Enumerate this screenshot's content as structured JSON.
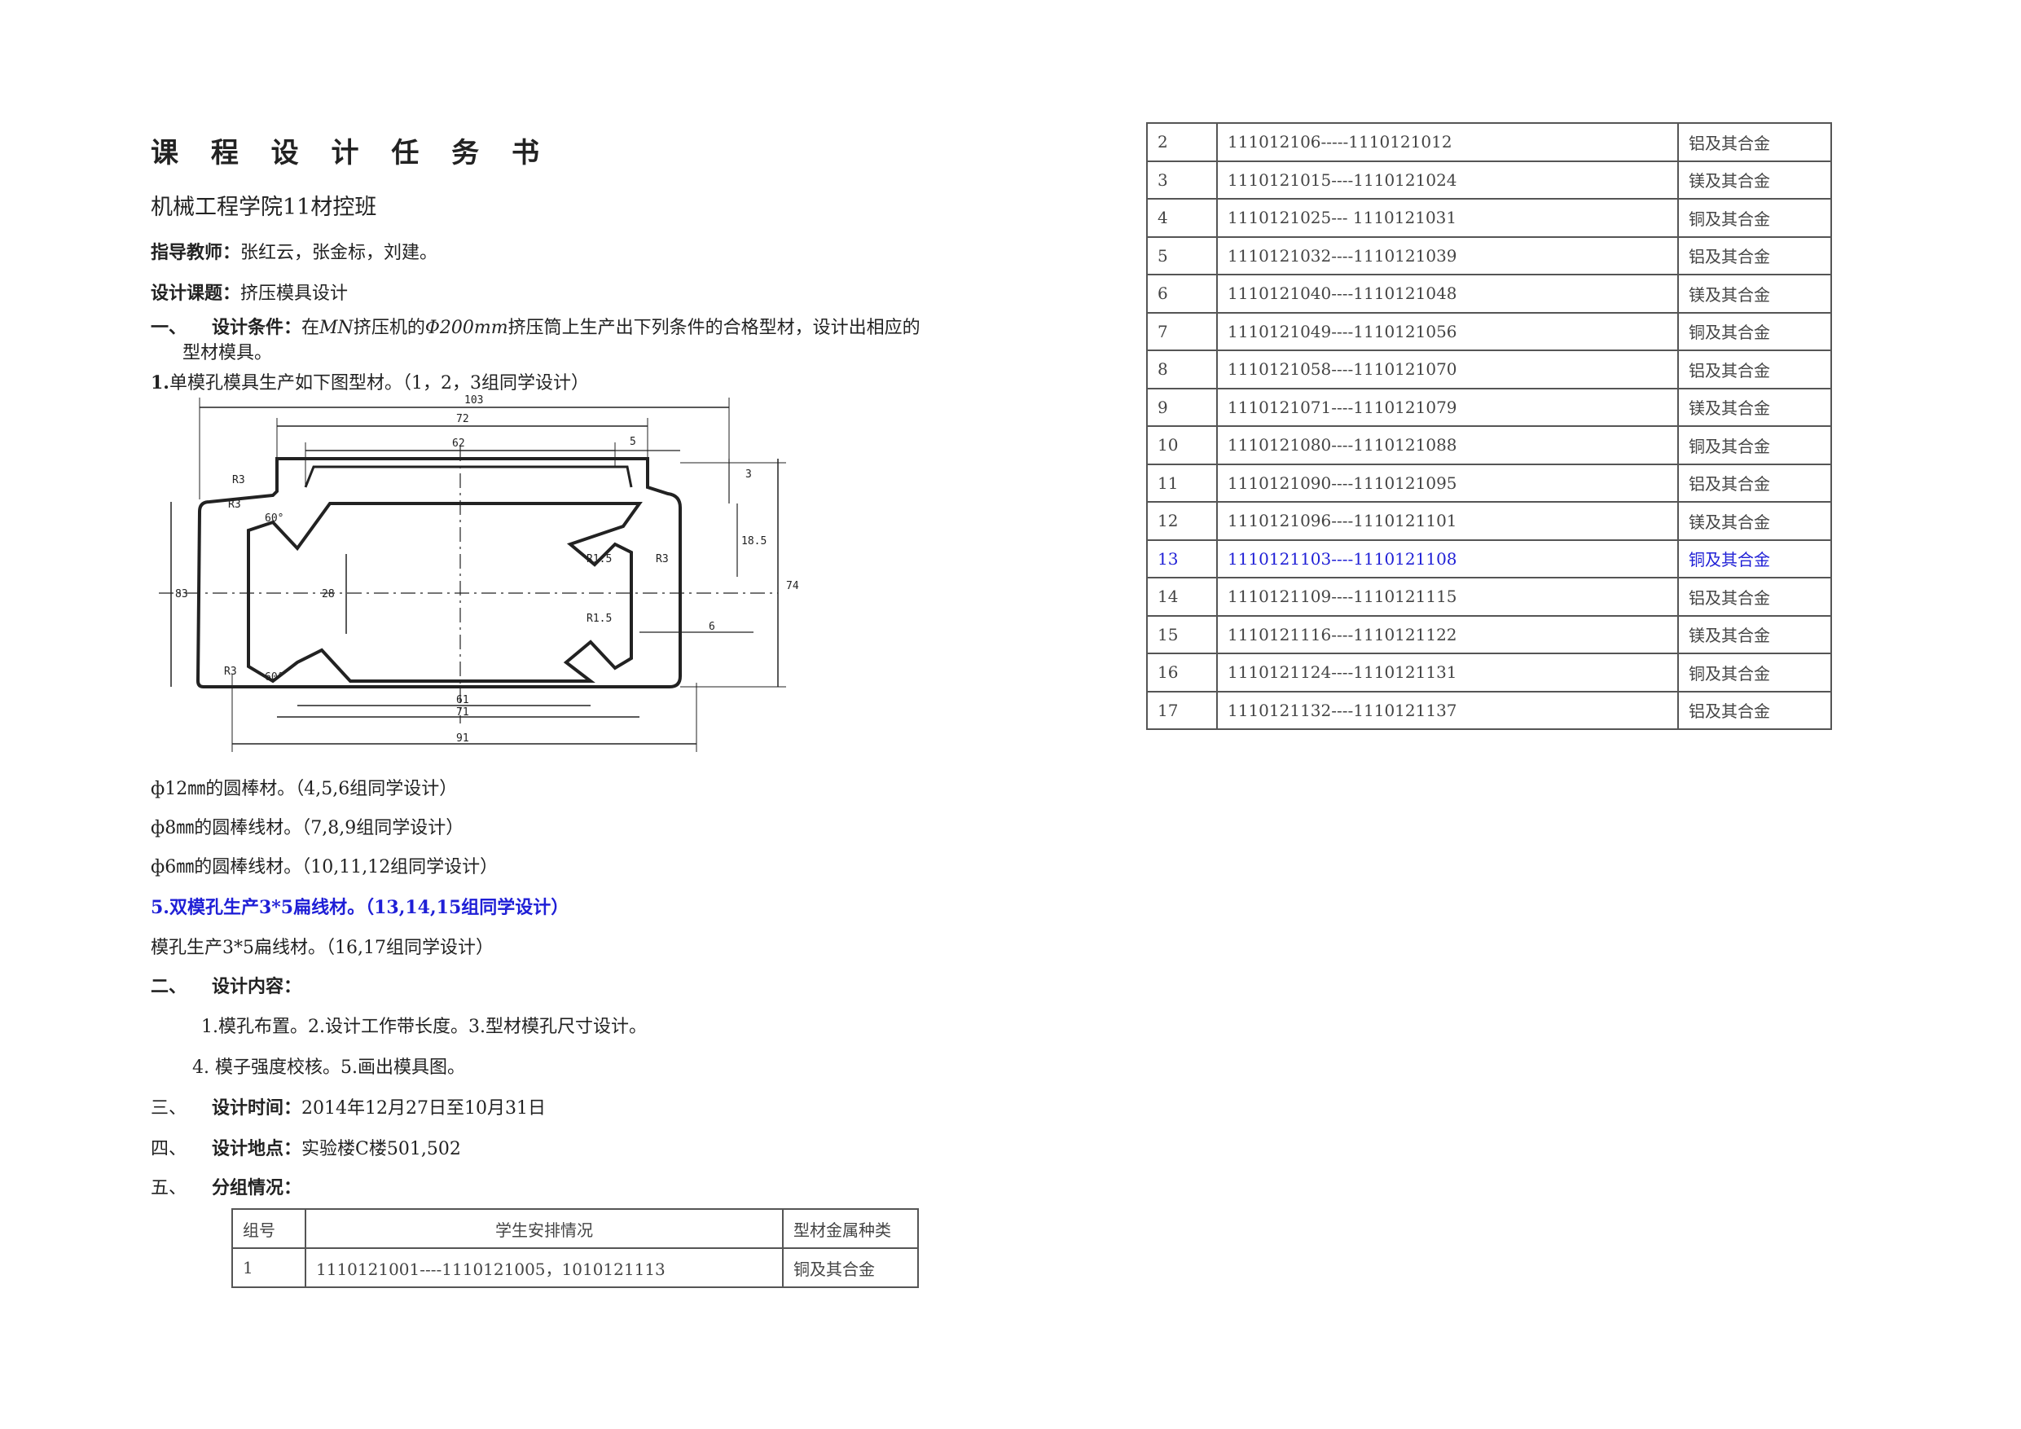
{
  "title": "课 程 设 计 任 务 书",
  "class_name": "机械工程学院11材控班",
  "teacher": {
    "label": "指导教师：",
    "value": "张红云，张金标，刘建。"
  },
  "topic": {
    "label": "设计课题：",
    "value": "挤压模具设计"
  },
  "section1": {
    "num": "一、",
    "label": "设计条件：",
    "text_a": "在",
    "mn": "MN",
    "text_b": "挤压机的",
    "phi": "Φ200",
    "mm": "mm",
    "text_c": "挤压筒上生产出下列条件的合格型材，设计出相应的",
    "text_d": "型材模具。"
  },
  "item1": {
    "num": "1.",
    "text": "单模孔模具生产如下图型材。（1，2，3组同学设计）"
  },
  "drawing": {
    "dims": [
      "103",
      "72",
      "62",
      "5",
      "61",
      "71",
      "91",
      "83",
      "28",
      "6",
      "74",
      "3",
      "18.5"
    ],
    "radii": [
      "R3",
      "R3",
      "R3",
      "R1.5",
      "R3",
      "R1.5"
    ],
    "angles": [
      "60°",
      "60°"
    ]
  },
  "item2": "ф12㎜的圆棒材。（4,5,6组同学设计）",
  "item3": "ф8㎜的圆棒线材。（7,8,9组同学设计）",
  "item4": "ф6㎜的圆棒线材。（10,11,12组同学设计）",
  "item5": "5.双模孔生产3*5扁线材。（13,14,15组同学设计）",
  "item6": "模孔生产3*5扁线材。（16,17组同学设计）",
  "section2": {
    "num": "二、",
    "label": "设计内容："
  },
  "content1": "1.模孔布置。2.设计工作带长度。3.型材模孔尺寸设计。",
  "content2": "4. 模子强度校核。5.画出模具图。",
  "section3": {
    "num": "三、",
    "label": "设计时间：",
    "value": "2014年12月27日至10月31日"
  },
  "section4": {
    "num": "四、",
    "label": "设计地点：",
    "value": "实验楼C楼501,502"
  },
  "section5": {
    "num": "五、",
    "label": "分组情况："
  },
  "table_headers": [
    "组号",
    "学生安排情况",
    "型材金属种类"
  ],
  "table_rows": [
    [
      "1",
      "1110121001----1110121005，1010121113",
      "铜及其合金"
    ],
    [
      "2",
      "111012106-----1110121012",
      "铝及其合金"
    ],
    [
      "3",
      "1110121015----1110121024",
      "镁及其合金"
    ],
    [
      "4",
      "1110121025--- 1110121031",
      "铜及其合金"
    ],
    [
      "5",
      "1110121032----1110121039",
      "铝及其合金"
    ],
    [
      "6",
      "1110121040----1110121048",
      "镁及其合金"
    ],
    [
      "7",
      "1110121049----1110121056",
      "铜及其合金"
    ],
    [
      "8",
      "1110121058----1110121070",
      "铝及其合金"
    ],
    [
      "9",
      "1110121071----1110121079",
      "镁及其合金"
    ],
    [
      "10",
      "1110121080----1110121088",
      "铜及其合金"
    ],
    [
      "11",
      "1110121090----1110121095",
      "铝及其合金"
    ],
    [
      "12",
      "1110121096----1110121101",
      "镁及其合金"
    ],
    [
      "13",
      "1110121103----1110121108",
      "铜及其合金"
    ],
    [
      "14",
      "1110121109----1110121115",
      "铝及其合金"
    ],
    [
      "15",
      "1110121116----1110121122",
      "镁及其合金"
    ],
    [
      "16",
      "1110121124----1110121131",
      "铜及其合金"
    ],
    [
      "17",
      "1110121132----1110121137",
      "铝及其合金"
    ]
  ],
  "highlight_group": "13",
  "colors": {
    "highlight": "#1f1fd6",
    "text": "#222222",
    "border": "#555555"
  }
}
